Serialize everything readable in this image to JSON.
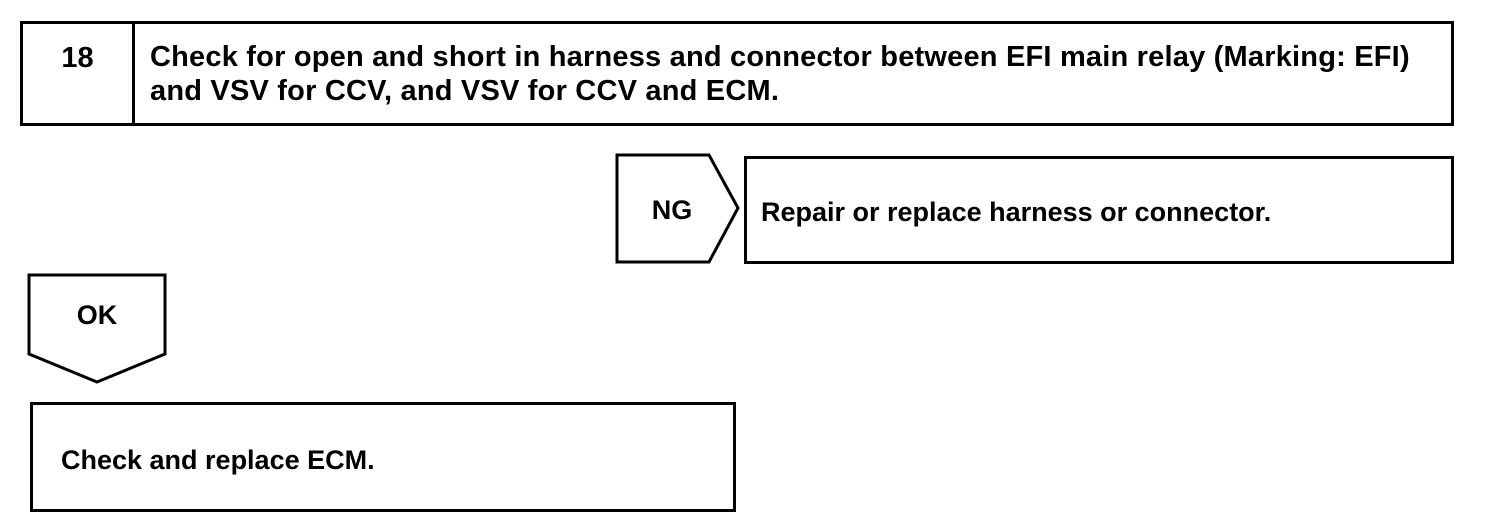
{
  "step": {
    "number": "18",
    "text": "Check for open and short in harness and connector between EFI main relay (Marking: EFI) and VSV for CCV, and VSV for CCV and ECM."
  },
  "ng_branch": {
    "label": "NG",
    "action": "Repair or replace harness or connector."
  },
  "ok_branch": {
    "label": "OK",
    "action": "Check and replace ECM."
  }
}
